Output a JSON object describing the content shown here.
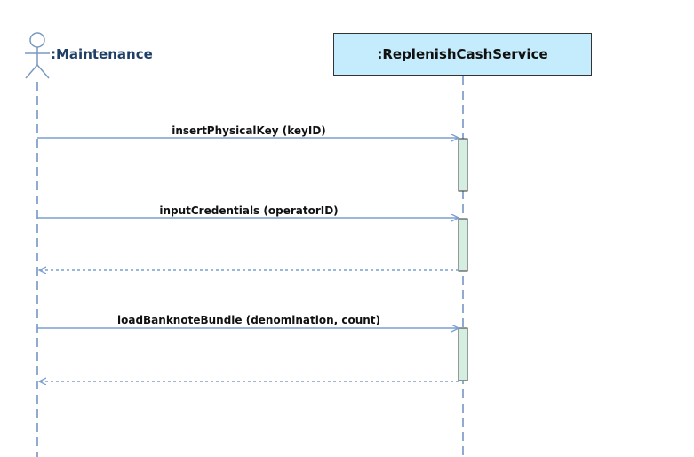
{
  "actor": {
    "name": ":Maintenance"
  },
  "service": {
    "name": ":ReplenishCashService"
  },
  "messages": [
    {
      "label": "insertPhysicalKey (keyID)",
      "kind": "call"
    },
    {
      "label": "inputCredentials (operatorID)",
      "kind": "call"
    },
    {
      "label": "",
      "kind": "return"
    },
    {
      "label": "loadBanknoteBundle (denomination, count)",
      "kind": "call"
    },
    {
      "label": "",
      "kind": "return"
    }
  ],
  "colors": {
    "lifeline": "#6b8fbf",
    "message_line": "#7a9fd0",
    "activation_fill": "#d5eee2",
    "service_box_fill": "#c5ecfd",
    "actor_stroke": "#7a98c0",
    "actor_label": "#1f3f66"
  }
}
